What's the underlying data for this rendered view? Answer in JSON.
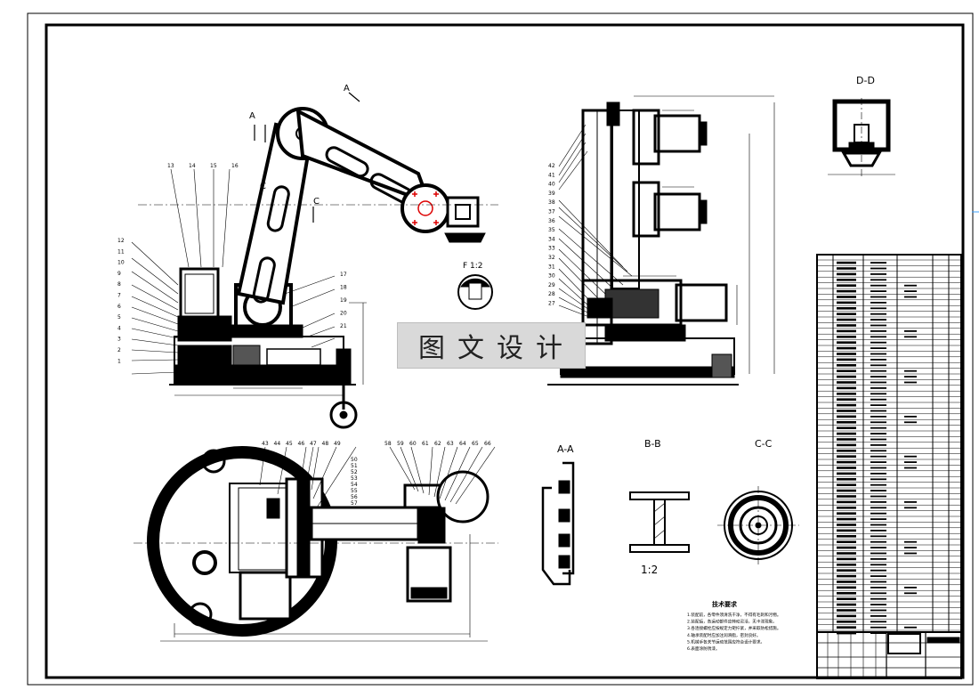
{
  "views": {
    "dd": "D-D",
    "f": "F 1:2",
    "aa": "A-A",
    "bb": "B-B",
    "bb_scale": "1:2",
    "cc": "C-C"
  },
  "section_marks": {
    "a1": "A",
    "a2": "A",
    "c1": "C",
    "c2": "C"
  },
  "balloons": {
    "front_top": [
      "13",
      "14",
      "15",
      "16"
    ],
    "front_left": [
      "12",
      "11",
      "10",
      "9",
      "8",
      "7",
      "6",
      "5",
      "4",
      "3",
      "2",
      "1"
    ],
    "front_right": [
      "17",
      "18",
      "19",
      "20",
      "21"
    ],
    "side_left": [
      "42",
      "41",
      "40",
      "39",
      "38",
      "37",
      "36",
      "35",
      "34",
      "33",
      "32",
      "31",
      "30",
      "29",
      "28",
      "27"
    ],
    "top_row_a": [
      "43",
      "44",
      "45",
      "46",
      "47",
      "48",
      "49"
    ],
    "top_col": [
      "50",
      "51",
      "52",
      "53",
      "54",
      "55",
      "56",
      "57"
    ],
    "top_row_b": [
      "58",
      "59",
      "60",
      "61",
      "62",
      "63",
      "64",
      "65",
      "66"
    ]
  },
  "notes": {
    "title": "技术要求",
    "lines": [
      "1.装配前，各零件须清洗干净，不得有毛刺和污物。",
      "2.装配后，各运动部件应转动灵活，无卡滞现象。",
      "3.各连接螺栓应按规定力矩拧紧，并采取防松措施。",
      "4.轴承装配时应加注润滑脂，密封良好。",
      "5.机械手各关节运动范围应符合设计要求。",
      "6.表面涂防锈漆。"
    ]
  },
  "watermark": "图文设计"
}
